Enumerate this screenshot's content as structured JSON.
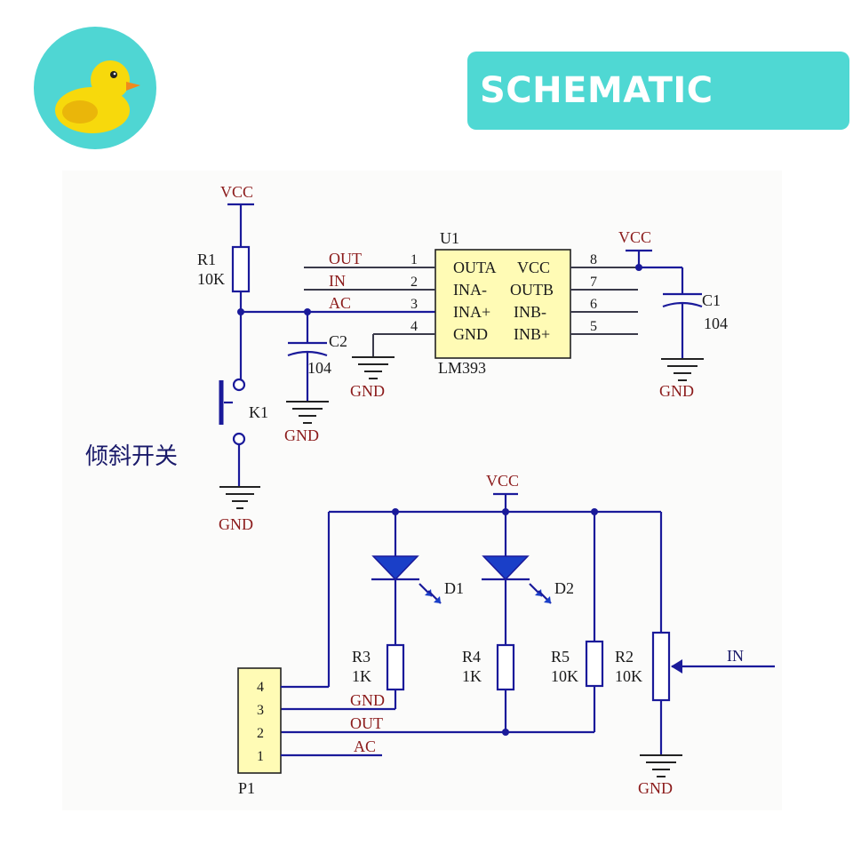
{
  "banner": {
    "title": "SCHEMATIC"
  },
  "logo": {
    "icon": "rubber-duck-icon",
    "bg": "#4fd6d3"
  },
  "colors": {
    "wire": "#1a1a9a",
    "chip_fill": "#fffbb5",
    "banner": "#4fd8d3",
    "net_label": "#8b1a1a"
  },
  "schematic": {
    "power": {
      "vcc": "VCC",
      "gnd": "GND"
    },
    "r1": {
      "ref": "R1",
      "value": "10K"
    },
    "c1": {
      "ref": "C1",
      "value": "104"
    },
    "c2": {
      "ref": "C2",
      "value": "104"
    },
    "k1": {
      "ref": "K1",
      "label": "倾斜开关"
    },
    "u1": {
      "ref": "U1",
      "part": "LM393",
      "left_pins": [
        {
          "num": "1",
          "name": "OUTA",
          "net": "OUT"
        },
        {
          "num": "2",
          "name": "INA-",
          "net": "IN"
        },
        {
          "num": "3",
          "name": "INA+",
          "net": "AC"
        },
        {
          "num": "4",
          "name": "GND",
          "net": ""
        }
      ],
      "right_pins": [
        {
          "num": "8",
          "name": "VCC"
        },
        {
          "num": "7",
          "name": "OUTB"
        },
        {
          "num": "6",
          "name": "INB-"
        },
        {
          "num": "5",
          "name": "INB+"
        }
      ]
    },
    "d1": {
      "ref": "D1"
    },
    "d2": {
      "ref": "D2"
    },
    "r3": {
      "ref": "R3",
      "value": "1K"
    },
    "r4": {
      "ref": "R4",
      "value": "1K"
    },
    "r5": {
      "ref": "R5",
      "value": "10K"
    },
    "r2": {
      "ref": "R2",
      "value": "10K",
      "net": "IN"
    },
    "p1": {
      "ref": "P1",
      "pins": [
        {
          "num": "4",
          "net": ""
        },
        {
          "num": "3",
          "net": "GND"
        },
        {
          "num": "2",
          "net": "OUT"
        },
        {
          "num": "1",
          "net": "AC"
        }
      ]
    }
  }
}
